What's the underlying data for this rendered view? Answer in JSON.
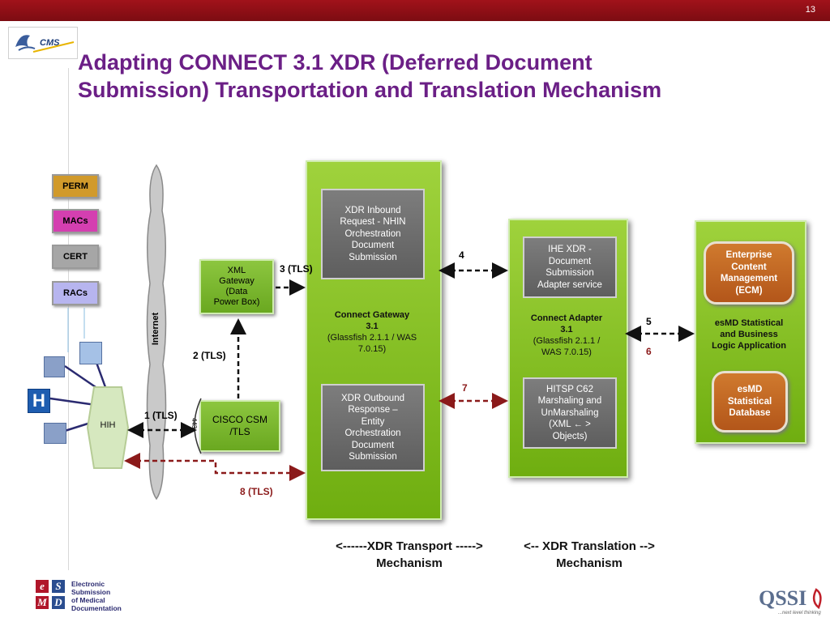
{
  "slide": {
    "number": "13"
  },
  "title": {
    "line1": "Adapting CONNECT 3.1 XDR (Deferred Document",
    "line2": "Submission) Transportation and Translation Mechanism"
  },
  "logos": {
    "cms": "CMS",
    "qssi": "QSSI",
    "qssi_tagline": "...next level thinking"
  },
  "entities": [
    "PERM",
    "MACs",
    "CERT",
    "RACs"
  ],
  "colors": {
    "perm": "#d19a2b",
    "macs": "#d43fb0",
    "cert": "#a6a6a6",
    "racs": "#b7b5ef",
    "title": "#6b1f86",
    "dark_red": "#8b1a1a"
  },
  "hih": "HIH",
  "internet": "Internet",
  "xml_gateway": [
    "XML",
    "Gateway",
    "(Data",
    "Power Box)"
  ],
  "cisco": [
    "CISCO CSM",
    "/TLS"
  ],
  "port": "443",
  "gateway": {
    "inbound": [
      "XDR Inbound",
      "Request - NHIN",
      "Orchestration",
      "Document",
      "Submission"
    ],
    "title": [
      "Connect Gateway",
      "3.1"
    ],
    "detail": [
      "(Glassfish 2.1.1 / WAS",
      "7.0.15)"
    ],
    "outbound": [
      "XDR Outbound",
      "Response –",
      "Entity",
      "Orchestration",
      "Document",
      "Submission"
    ]
  },
  "adapter": {
    "service": [
      "IHE XDR -",
      "Document",
      "Submission",
      "Adapter service"
    ],
    "title": [
      "Connect Adapter",
      "3.1"
    ],
    "detail": [
      "(Glassfish 2.1.1 /",
      "WAS 7.0.15)"
    ],
    "hitsp": [
      "HITSP C62",
      "Marshaling and",
      "UnMarshaling",
      "(XML ← >",
      "Objects)"
    ]
  },
  "esmd": {
    "ecm": [
      "Enterprise",
      "Content",
      "Management",
      "(ECM)"
    ],
    "app": [
      "esMD Statistical",
      "and  Business",
      "Logic Application"
    ],
    "db": [
      "esMD",
      "Statistical",
      "Database"
    ]
  },
  "arrows": {
    "a1": "1 (TLS)",
    "a2": "2 (TLS)",
    "a3": "3 (TLS)",
    "a4": "4",
    "a5": "5",
    "a6": "6",
    "a7": "7",
    "a8": "8 (TLS)"
  },
  "footer": {
    "transport": [
      "<------XDR Transport   ----->",
      "Mechanism"
    ],
    "translation": [
      "<-- XDR  Translation  -->",
      "Mechanism"
    ]
  },
  "esmd_logo": {
    "letters": [
      "e",
      "S",
      "M",
      "D"
    ],
    "text": [
      "Electronic",
      "Submission",
      "of Medical",
      "Documentation"
    ]
  }
}
